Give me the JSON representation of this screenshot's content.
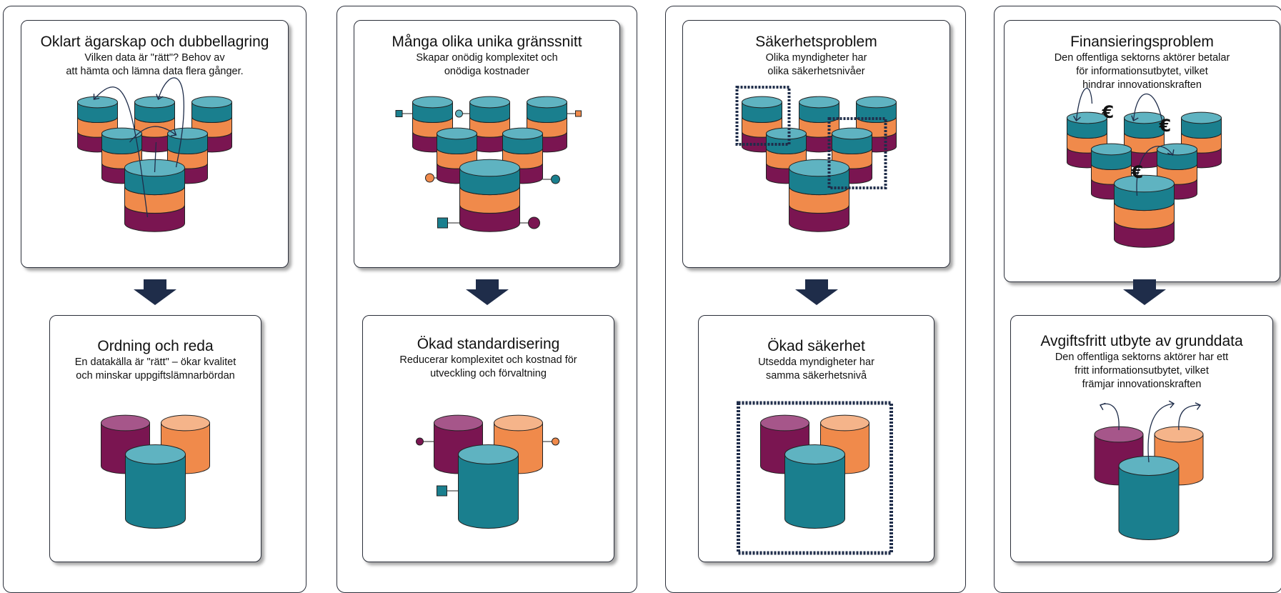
{
  "colors": {
    "teal": "#1a7f8e",
    "teal_top": "#5fb3c1",
    "orange": "#f08a4b",
    "purple": "#7a1551",
    "dark_navy": "#1f2d4a",
    "light_purple": "#a6568a",
    "light_orange": "#f5b48a"
  },
  "columns": [
    {
      "problem": {
        "title": "Oklart ägarskap och dubbellagring",
        "subtitle": "Vilken data är \"rätt\"? Behov av\natt hämta och lämna data flera gånger."
      },
      "solution": {
        "title": "Ordning och reda",
        "subtitle": "En datakälla är \"rätt\" – ökar kvalitet\noch minskar uppgiftslämnarbördan"
      }
    },
    {
      "problem": {
        "title": "Många olika unika gränssnitt",
        "subtitle": "Skapar onödig komplexitet och\nonödiga kostnader"
      },
      "solution": {
        "title": "Ökad standardisering",
        "subtitle": "Reducerar komplexitet och kostnad för\nutveckling och förvaltning"
      }
    },
    {
      "problem": {
        "title": "Säkerhetsproblem",
        "subtitle": "Olika myndigheter har\nolika säkerhetsnivåer"
      },
      "solution": {
        "title": "Ökad säkerhet",
        "subtitle": "Utsedda myndigheter har\nsamma säkerhetsnivå"
      }
    },
    {
      "problem": {
        "title": "Finansieringsproblem",
        "subtitle": "Den offentliga sektorns aktörer betalar\nför informationsutbytet, vilket\nhindrar innovationskraften"
      },
      "solution": {
        "title": "Avgiftsfritt utbyte av grunddata",
        "subtitle": "Den offentliga sektorns aktörer har ett\nfritt informationsutbytet, vilket\nfrämjar innovationskraften"
      }
    }
  ],
  "euro_symbol": "€"
}
